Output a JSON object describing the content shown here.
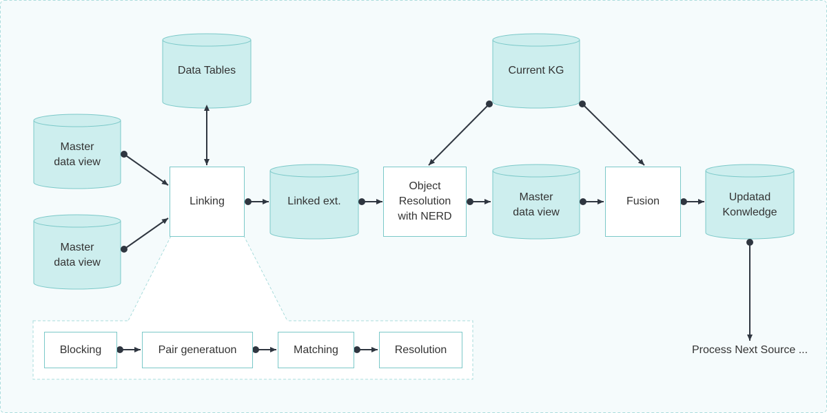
{
  "colors": {
    "page_bg": "#f5fbfc",
    "frame_border": "#a9dcdc",
    "cylinder_fill": "#cdeeee",
    "cylinder_stroke": "#7ac8c8",
    "box_stroke": "#7ac8c8",
    "arrow": "#2f3640",
    "text": "#333333"
  },
  "nodes": {
    "data_tables": "Data Tables",
    "current_kg": "Current KG",
    "master_view_1": "Master\ndata view",
    "master_view_2": "Master\ndata view",
    "linking": "Linking",
    "linked_ext": "Linked ext.",
    "object_resolution": "Object\nResolution\nwith NERD",
    "master_view_3": "Master\ndata view",
    "fusion": "Fusion",
    "updated_knowledge": "Updatad\nKonwledge",
    "next_source": "Process Next Source ..."
  },
  "linking_detail": {
    "blocking": "Blocking",
    "pair_generation": "Pair generatuon",
    "matching": "Matching",
    "resolution": "Resolution"
  }
}
